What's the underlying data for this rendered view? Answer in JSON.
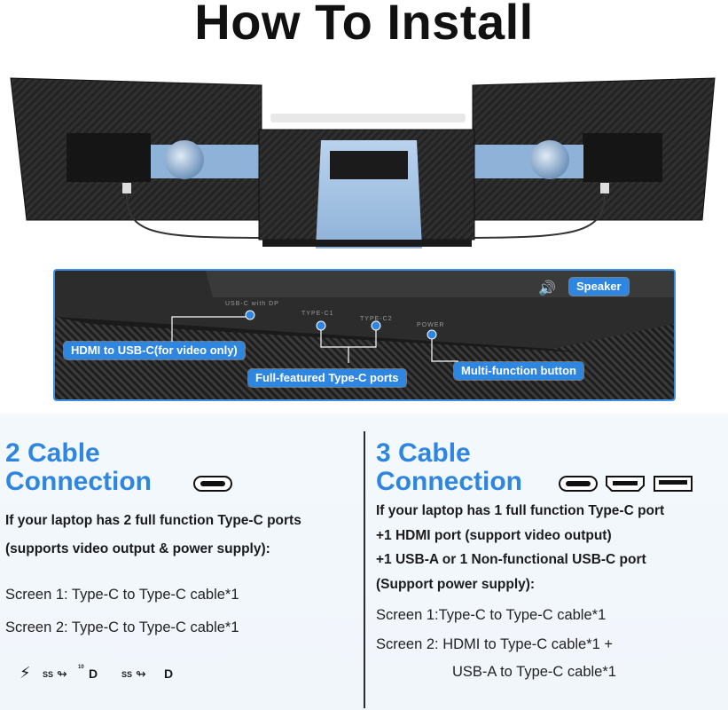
{
  "title": "How To Install",
  "ports_panel": {
    "speaker": "Speaker",
    "hdmi_to_usbc": "HDMI to USB-C(for video only)",
    "type_c_ports": "Full-featured Type-C ports",
    "multi_button": "Multi-function button",
    "engraved_usbc_dp": "USB-C with DP",
    "engraved_typec1": "TYPE-C1",
    "engraved_typec2": "TYPE-C2",
    "engraved_power": "POWER"
  },
  "left": {
    "title_line1": "2 Cable",
    "title_line2": "Connection",
    "desc_line1": "If your laptop has 2 full function Type-C ports",
    "desc_line2": "(supports video output & power supply):",
    "screen1": "Screen 1: Type-C to Type-C cable*1",
    "screen2": "Screen 2: Type-C to Type-C cable*1",
    "ss_label_1": "SS",
    "ss_label_2": "SS",
    "ss_speed": "10",
    "icons": [
      "thunderbolt-icon",
      "usb-icon",
      "displayport-icon",
      "usb-icon",
      "displayport-icon"
    ]
  },
  "right": {
    "title_line1": "3 Cable",
    "title_line2": "Connection",
    "desc_line1": "If your laptop has 1 full function Type-C port",
    "desc_line2": "+1 HDMI port (support video output)",
    "desc_line3": "+1 USB-A or 1 Non-functional USB-C port",
    "desc_line4": "(Support power supply):",
    "screen1": "Screen 1:Type-C to Type-C cable*1",
    "screen2_a": "Screen 2: HDMI to Type-C cable*1 +",
    "screen2_b": "USB-A to Type-C cable*1",
    "icons": [
      "usb-c-port-icon",
      "hdmi-port-icon",
      "usb-a-port-icon"
    ]
  },
  "colors": {
    "accent": "#2f86e0",
    "panel_border": "#3d8fe6",
    "text": "#1b1b1b"
  }
}
